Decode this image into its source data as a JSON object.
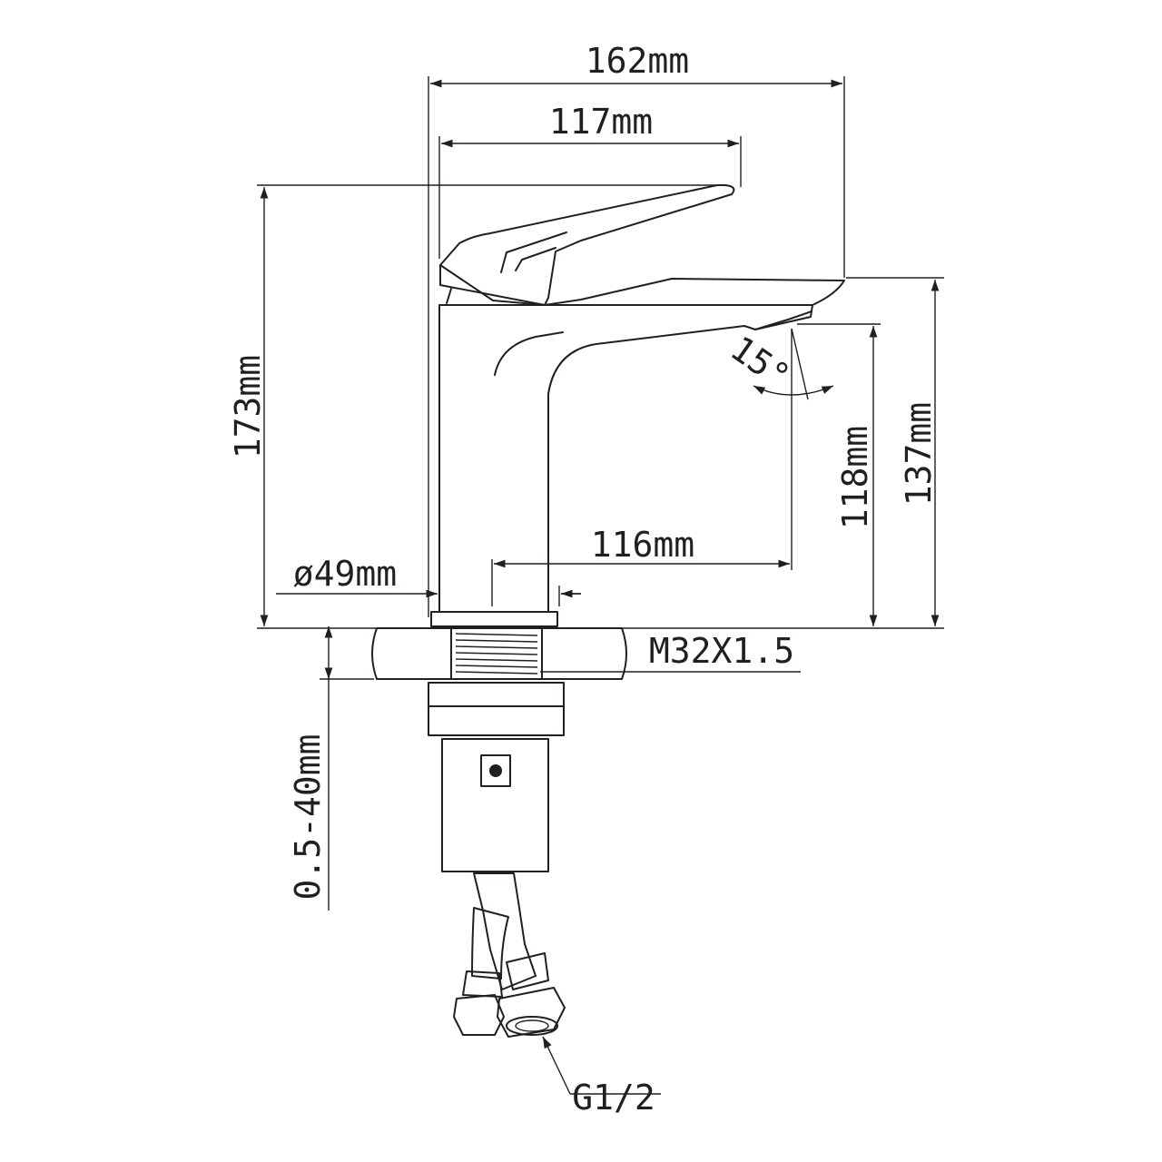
{
  "dimensions": {
    "overall_width": "162mm",
    "handle_length": "117mm",
    "overall_height": "173mm",
    "spout_height": "137mm",
    "outlet_height": "118mm",
    "spout_reach": "116mm",
    "base_diameter": "ø49mm",
    "thread": "M32X1.5",
    "counter_thickness": "0.5-40mm",
    "hose_connector": "G1/2",
    "spray_angle": "15°"
  },
  "colors": {
    "line": "#231f20",
    "background": "#ffffff"
  }
}
